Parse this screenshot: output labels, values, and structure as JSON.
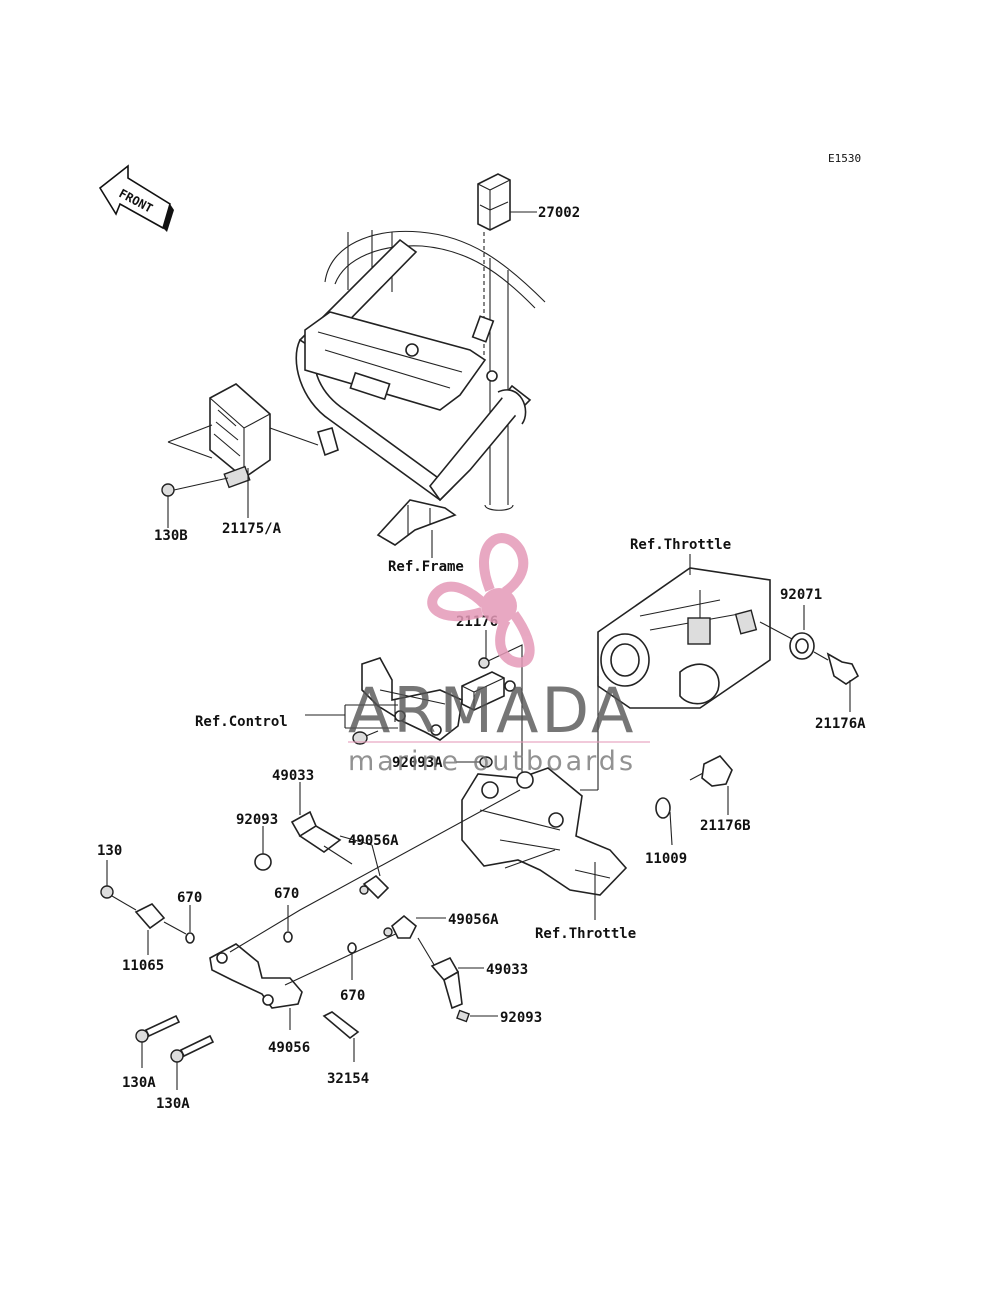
{
  "diagram": {
    "code": "E1530",
    "front_arrow_label": "FRONT",
    "labels": {
      "p27002": "27002",
      "p130B": "130B",
      "p21175A": "21175/A",
      "ref_frame": "Ref.Frame",
      "ref_throttle_top": "Ref.Throttle",
      "p92071": "92071",
      "p21176": "21176",
      "p21176A": "21176A",
      "ref_control": "Ref.Control",
      "p92093A": "92093A",
      "p49033_top": "49033",
      "p92093_top": "92093",
      "p49056A_top": "49056A",
      "p21176B": "21176B",
      "p11009": "11009",
      "p130": "130",
      "p670_a": "670",
      "p670_b": "670",
      "p11065": "11065",
      "p49056A_mid": "49056A",
      "ref_throttle_bottom": "Ref.Throttle",
      "p49033_bottom": "49033",
      "p670_c": "670",
      "p92093_bottom": "92093",
      "p49056": "49056",
      "p32154": "32154",
      "p130A_a": "130A",
      "p130A_b": "130A"
    }
  },
  "watermark": {
    "brand": "ARMADA",
    "tagline": "marine outboards",
    "logo_color": "#e59ab8",
    "text_color": "#555555"
  }
}
